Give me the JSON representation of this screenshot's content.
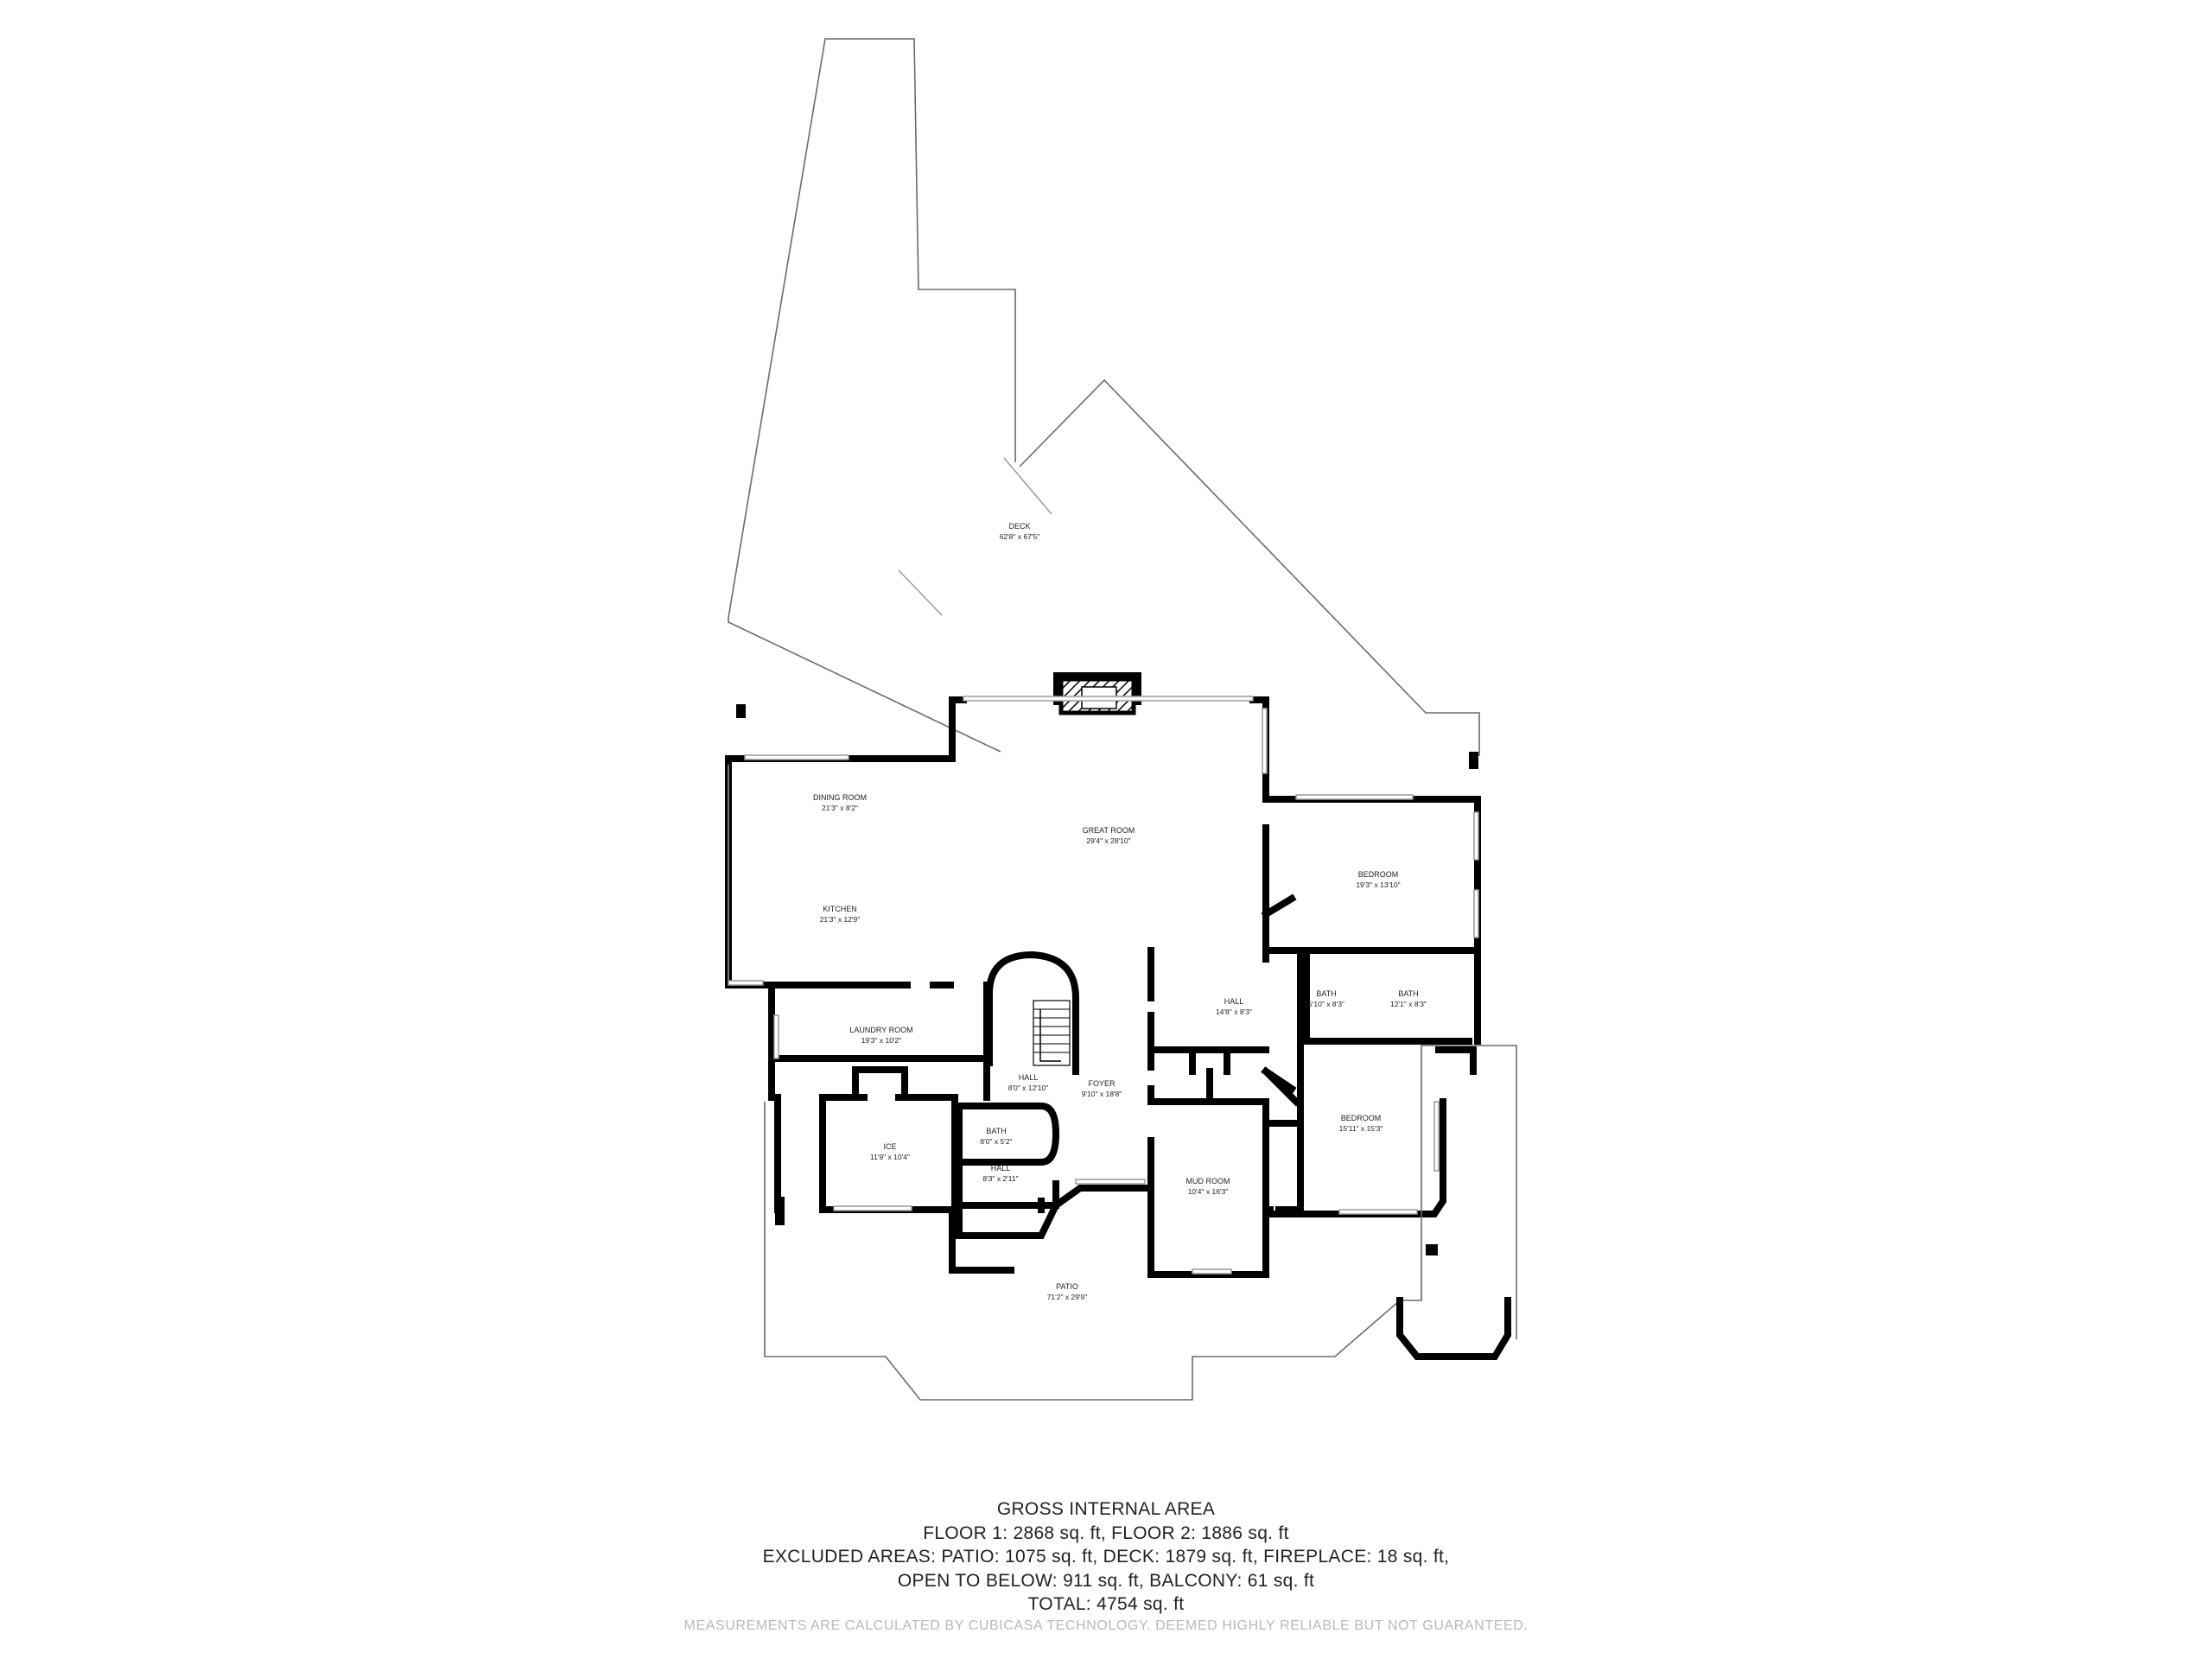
{
  "rooms": [
    {
      "id": "deck",
      "name": "DECK",
      "dims": "62'8\" x 67'5\""
    },
    {
      "id": "dining-room",
      "name": "DINING ROOM",
      "dims": "21'3\" x 8'2\""
    },
    {
      "id": "great-room",
      "name": "GREAT ROOM",
      "dims": "29'4\" x 28'10\""
    },
    {
      "id": "kitchen",
      "name": "KITCHEN",
      "dims": "21'3\" x 12'9\""
    },
    {
      "id": "bedroom-1",
      "name": "BEDROOM",
      "dims": "19'3\" x 13'10\""
    },
    {
      "id": "laundry-room",
      "name": "LAUNDRY ROOM",
      "dims": "19'3\" x 10'2\""
    },
    {
      "id": "hall-1",
      "name": "HALL",
      "dims": "14'8\" x 8'3\""
    },
    {
      "id": "bath-1",
      "name": "BATH",
      "dims": "5'10\" x 8'3\""
    },
    {
      "id": "bath-2",
      "name": "BATH",
      "dims": "12'1\" x 8'3\""
    },
    {
      "id": "hall-2",
      "name": "HALL",
      "dims": "8'0\" x 12'10\""
    },
    {
      "id": "foyer",
      "name": "FOYER",
      "dims": "9'10\" x 18'8\""
    },
    {
      "id": "bedroom-2",
      "name": "BEDROOM",
      "dims": "15'11\" x 15'3\""
    },
    {
      "id": "ice",
      "name": "ICE",
      "dims": "11'9\" x 10'4\""
    },
    {
      "id": "bath-3",
      "name": "BATH",
      "dims": "8'0\" x 5'2\""
    },
    {
      "id": "hall-3",
      "name": "HALL",
      "dims": "8'3\" x 2'11\""
    },
    {
      "id": "mud-room",
      "name": "MUD ROOM",
      "dims": "10'4\" x 16'3\""
    },
    {
      "id": "patio",
      "name": "PATIO",
      "dims": "71'2\" x 29'9\""
    }
  ],
  "area_summary": {
    "heading": "GROSS INTERNAL AREA",
    "floors": "FLOOR 1: 2868 sq. ft, FLOOR 2: 1886 sq. ft",
    "excluded_1": "EXCLUDED AREAS: PATIO: 1075 sq. ft, DECK: 1879 sq. ft, FIREPLACE: 18 sq. ft,",
    "excluded_2": "OPEN TO BELOW: 911 sq. ft, BALCONY: 61 sq. ft",
    "total": "TOTAL: 4754 sq. ft",
    "disclaimer": "MEASUREMENTS ARE CALCULATED BY CUBICASA TECHNOLOGY. DEEMED HIGHLY RELIABLE BUT NOT GUARANTEED."
  }
}
